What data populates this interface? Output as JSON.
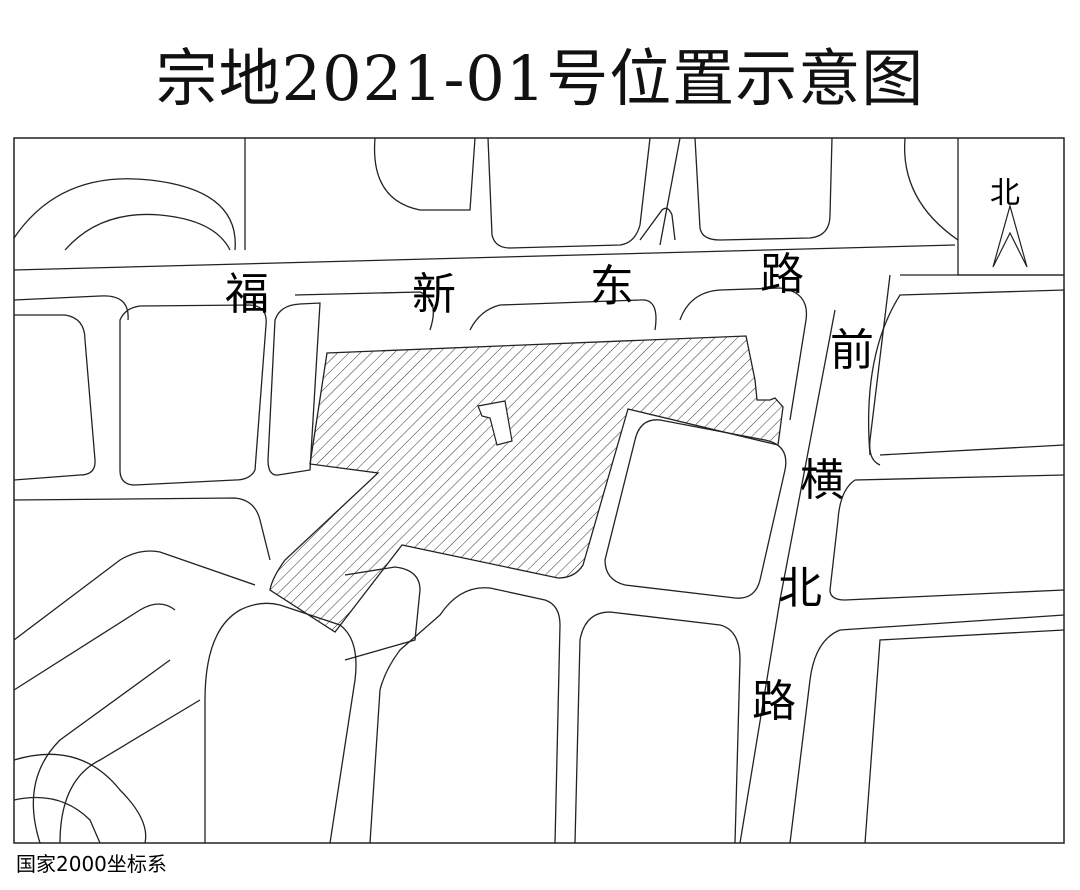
{
  "title": "宗地2021-01号位置示意图",
  "north_label": "北",
  "roads": {
    "fuxin_east_road": [
      "福",
      "新",
      "东",
      "路"
    ],
    "qianheng_north_road": [
      "前",
      "横",
      "北",
      "路"
    ]
  },
  "coordinate_system": "国家2000坐标系",
  "colors": {
    "line": "#222222",
    "hatch": "#333333"
  }
}
